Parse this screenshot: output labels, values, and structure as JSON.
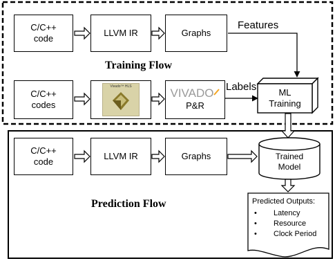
{
  "training": {
    "title": "Training Flow",
    "row1": {
      "source": "C/C++\ncode",
      "ir": "LLVM IR",
      "graphs": "Graphs",
      "edge_label": "Features"
    },
    "row2": {
      "source": "C/C++\ncodes",
      "hls_logo_text": "Vivado™ HLS",
      "vivado_logo_text": "VIVADO",
      "pr": "P&R",
      "edge_label": "Labels"
    },
    "ml": "ML\nTraining"
  },
  "prediction": {
    "title": "Prediction Flow",
    "row": {
      "source": "C/C++\ncode",
      "ir": "LLVM IR",
      "graphs": "Graphs"
    },
    "model": "Trained\nModel",
    "outputs": {
      "heading": "Predicted Outputs:",
      "items": [
        "Latency",
        "Resource",
        "Clock Period"
      ]
    }
  },
  "colors": {
    "border": "#000000",
    "hls_logo_bg": "#d9d3a8",
    "hls_logo_mark": "#8a7a2a",
    "vivado_gray": "#9a9a9a",
    "vivado_accent": "#f5a623"
  }
}
